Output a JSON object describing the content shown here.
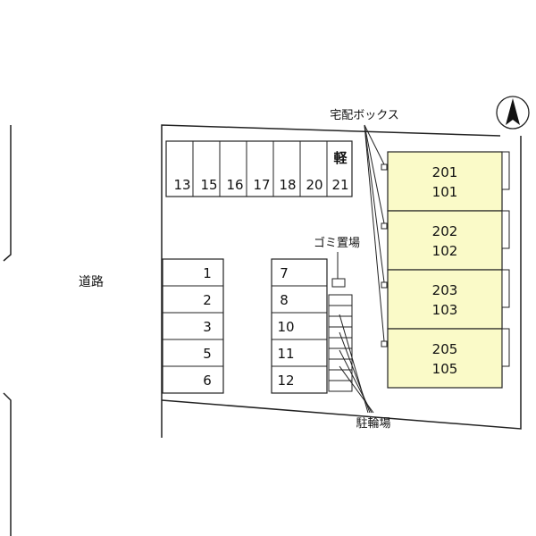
{
  "labels": {
    "road": "道路",
    "delivery_box": "宅配ボックス",
    "garbage": "ゴミ置場",
    "bicycle": "駐輪場",
    "kei": "軽"
  },
  "parking_top": [
    "13",
    "15",
    "16",
    "17",
    "18",
    "20",
    "21"
  ],
  "parking_left": [
    "1",
    "2",
    "3",
    "5",
    "6"
  ],
  "parking_mid": [
    "7",
    "8",
    "10",
    "11",
    "12"
  ],
  "buildings": [
    {
      "upper": "201",
      "lower": "101"
    },
    {
      "upper": "202",
      "lower": "102"
    },
    {
      "upper": "203",
      "lower": "103"
    },
    {
      "upper": "205",
      "lower": "105"
    }
  ],
  "colors": {
    "building_fill": "#fafac8",
    "line": "#222222",
    "background": "#ffffff"
  },
  "compass": "north-arrow-icon"
}
